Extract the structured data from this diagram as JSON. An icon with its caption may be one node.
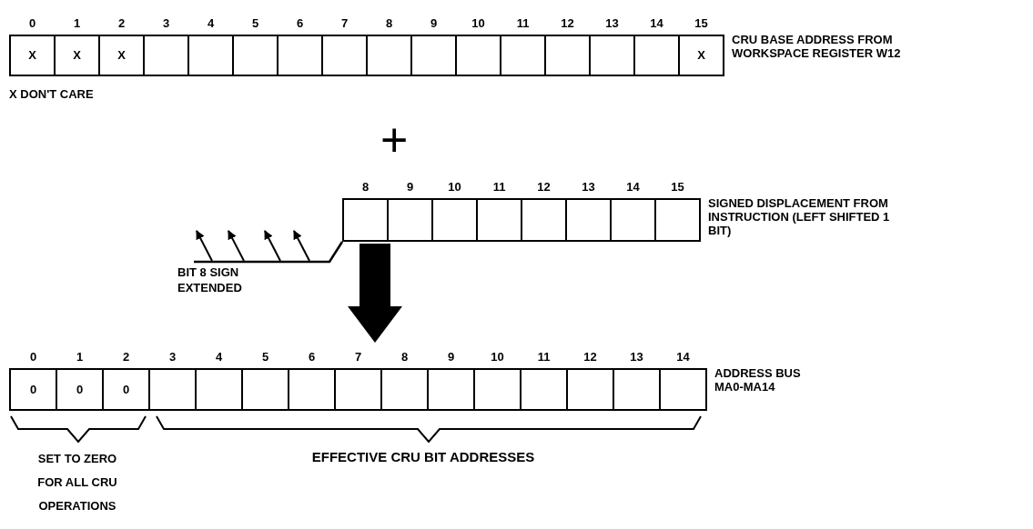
{
  "diagram": {
    "nodes": [
      {
        "text": [
          "CRU BASE ADDRESS FROM WORKSPACE REGISTER W12"
        ]
      },
      {
        "text": [
          "X"
        ],
        "beside": [
          "0"
        ],
        "in": 0
      },
      {
        "text": [
          "X"
        ],
        "beside": [
          "1"
        ],
        "in": 0
      },
      {
        "text": [
          "X"
        ],
        "beside": [
          "2"
        ],
        "in": 0
      },
      {
        "text": [],
        "shape": "box",
        "beside": [
          "3"
        ],
        "in": 0
      },
      {
        "text": [],
        "shape": "box",
        "beside": [
          "4"
        ],
        "in": 0
      },
      {
        "text": [],
        "shape": "box",
        "beside": [
          "5"
        ],
        "in": 0
      },
      {
        "text": [],
        "shape": "box",
        "beside": [
          "6"
        ],
        "in": 0
      },
      {
        "text": [],
        "shape": "box",
        "beside": [
          "7"
        ],
        "in": 0
      },
      {
        "text": [],
        "shape": "box",
        "beside": [
          "8"
        ],
        "in": 0
      },
      {
        "text": [],
        "shape": "box",
        "beside": [
          "9"
        ],
        "in": 0
      },
      {
        "text": [],
        "shape": "box",
        "beside": [
          "10"
        ],
        "in": 0
      },
      {
        "text": [],
        "shape": "box",
        "beside": [
          "11"
        ],
        "in": 0
      },
      {
        "text": [],
        "shape": "box",
        "beside": [
          "12"
        ],
        "in": 0
      },
      {
        "text": [],
        "shape": "box",
        "beside": [
          "13"
        ],
        "in": 0
      },
      {
        "text": [],
        "shape": "box",
        "beside": [
          "14"
        ],
        "in": 0
      },
      {
        "text": [
          "X"
        ],
        "beside": [
          "15"
        ],
        "in": 0
      },
      {
        "text": [
          "SIGNED DISPLACEMENT FROM INSTRUCTION (LEFT SHIFTED 1 BIT)"
        ]
      },
      {
        "text": [],
        "shape": "box",
        "beside": [
          "8"
        ],
        "in": 17
      },
      {
        "text": [],
        "shape": "box",
        "beside": [
          "9"
        ],
        "in": 17
      },
      {
        "text": [],
        "shape": "box",
        "beside": [
          "10"
        ],
        "in": 17
      },
      {
        "text": [],
        "shape": "box",
        "beside": [
          "11"
        ],
        "in": 17
      },
      {
        "text": [],
        "shape": "box",
        "beside": [
          "12"
        ],
        "in": 17
      },
      {
        "text": [],
        "shape": "box",
        "beside": [
          "13"
        ],
        "in": 17
      },
      {
        "text": [],
        "shape": "box",
        "beside": [
          "14"
        ],
        "in": 17
      },
      {
        "text": [],
        "shape": "box",
        "beside": [
          "15"
        ],
        "in": 17
      },
      {
        "text": [
          "BIT 8 SIGN EXTENDED"
        ]
      },
      {
        "text": [
          "ADDRESS BUS MA0-MA14"
        ]
      },
      {
        "text": [
          "0"
        ],
        "beside": [
          "0"
        ],
        "in": 27
      },
      {
        "text": [
          "0"
        ],
        "beside": [
          "1"
        ],
        "in": 27
      },
      {
        "text": [
          "0"
        ],
        "beside": [
          "2"
        ],
        "in": 27
      },
      {
        "text": [],
        "shape": "box",
        "beside": [
          "3"
        ],
        "in": 27
      },
      {
        "text": [],
        "shape": "box",
        "beside": [
          "4"
        ],
        "in": 27
      },
      {
        "text": [],
        "shape": "box",
        "beside": [
          "5"
        ],
        "in": 27
      },
      {
        "text": [],
        "shape": "box",
        "beside": [
          "6"
        ],
        "in": 27
      },
      {
        "text": [],
        "shape": "box",
        "beside": [
          "7"
        ],
        "in": 27
      },
      {
        "text": [],
        "shape": "box",
        "beside": [
          "8"
        ],
        "in": 27
      },
      {
        "text": [],
        "shape": "box",
        "beside": [
          "9"
        ],
        "in": 27
      },
      {
        "text": [],
        "shape": "box",
        "beside": [
          "10"
        ],
        "in": 27
      },
      {
        "text": [],
        "shape": "box",
        "beside": [
          "11"
        ],
        "in": 27
      },
      {
        "text": [],
        "shape": "box",
        "beside": [
          "12"
        ],
        "in": 27
      },
      {
        "text": [],
        "shape": "box",
        "beside": [
          "13"
        ],
        "in": 27
      },
      {
        "text": [],
        "shape": "box",
        "beside": [
          "14"
        ],
        "in": 27
      }
    ],
    "edges": [
      {
        "from": 17,
        "to": 27,
        "arrow": "to",
        "style": "thick"
      },
      {
        "from": 18,
        "to": 26,
        "arrow": "none"
      }
    ],
    "labels": [
      "X DON'T CARE",
      "+",
      "SET TO ZERO FOR ALL CRU OPERATIONS",
      "EFFECTIVE CRU BIT ADDRESSES"
    ]
  }
}
